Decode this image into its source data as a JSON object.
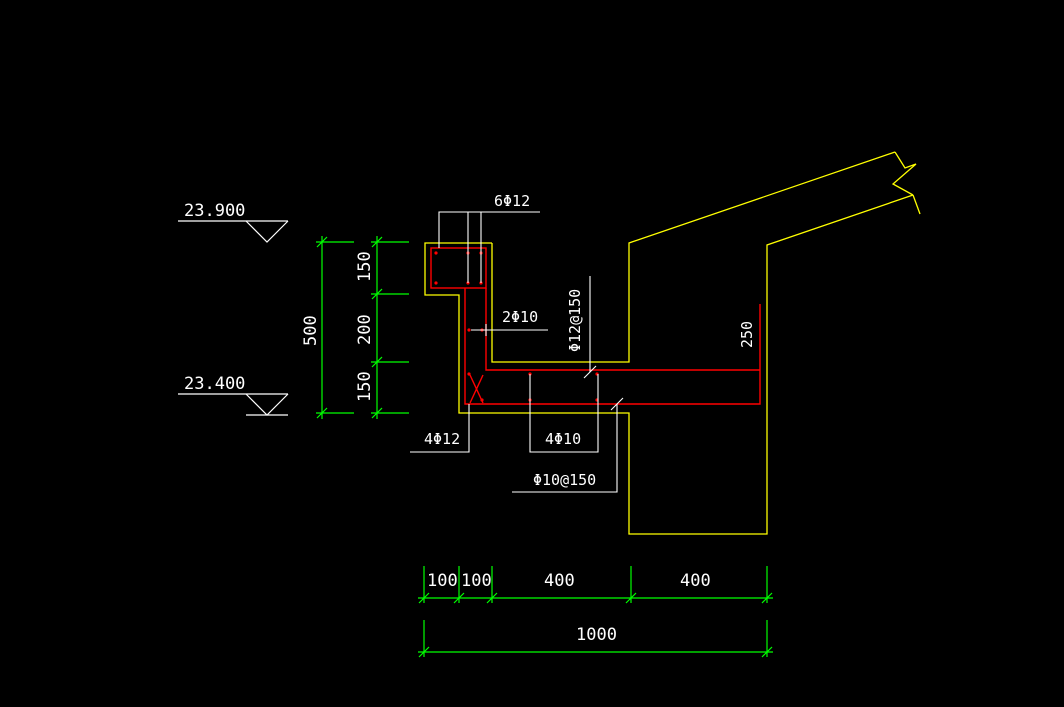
{
  "colors": {
    "background": "#000000",
    "outline": "#ffff00",
    "rebar": "#ff0000",
    "dimension": "#00ff00",
    "text": "#ffffff"
  },
  "elevations": {
    "top": "23.900",
    "bottom": "23.400"
  },
  "dimensions": {
    "vertical_total": "500",
    "vertical_segments": [
      "150",
      "200",
      "150"
    ],
    "slab_thickness": "250",
    "horizontal_segments": [
      "100",
      "100",
      "400",
      "400"
    ],
    "horizontal_total": "1000"
  },
  "rebar_labels": {
    "top_bars": "6Φ12",
    "side_bars": "2Φ10",
    "bottom_left_bars": "4Φ12",
    "bottom_bars": "4Φ10",
    "top_spacing": "Φ12@150",
    "bottom_spacing": "Φ10@150"
  }
}
